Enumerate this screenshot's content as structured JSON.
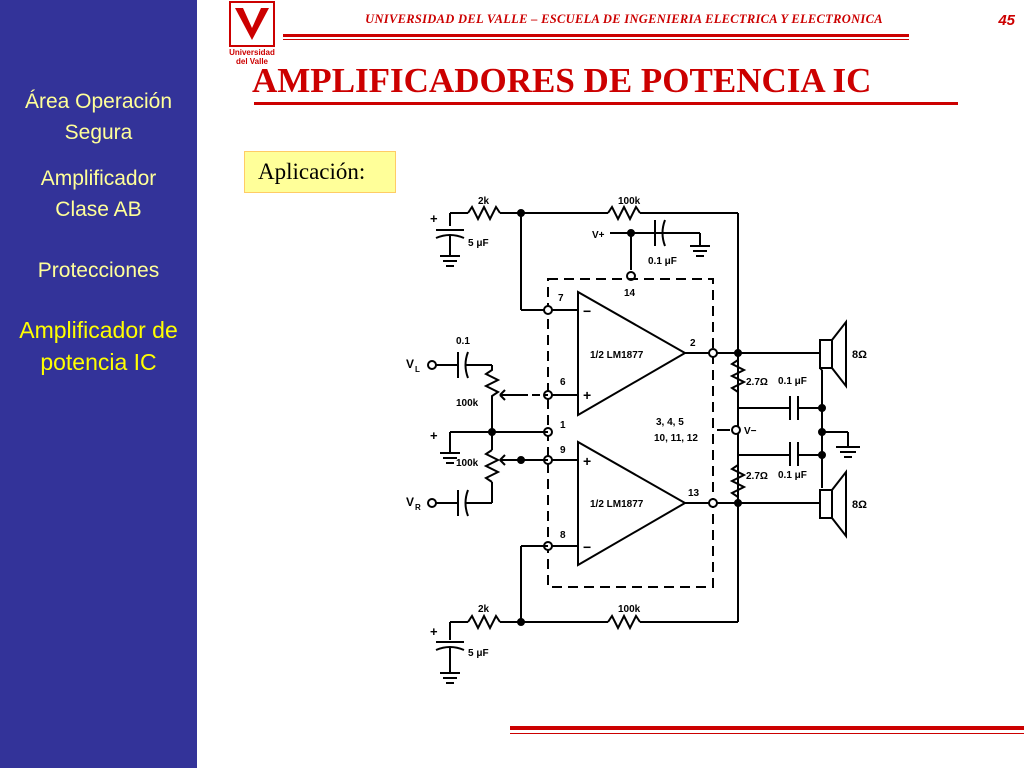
{
  "colors": {
    "sidebar_bg": "#333399",
    "nav_text": "#ffff99",
    "nav_active_text": "#ffff00",
    "accent_red": "#cc0000",
    "label_box_bg": "#ffff99"
  },
  "logo": {
    "line1": "Universidad",
    "line2": "del Valle"
  },
  "header": {
    "institution": "UNIVERSIDAD DEL VALLE – ESCUELA DE INGENIERIA ELECTRICA Y ELECTRONICA",
    "page_number": "45"
  },
  "sidebar": {
    "items": [
      {
        "line1": "Área Operación",
        "line2": "Segura",
        "active": false
      },
      {
        "line1": "Amplificador",
        "line2": "Clase AB",
        "active": false
      },
      {
        "line1": "Protecciones",
        "line2": "",
        "active": false
      },
      {
        "line1": "Amplificador de",
        "line2": "potencia IC",
        "active": true
      }
    ]
  },
  "main": {
    "title": "AMPLIFICADORES DE POTENCIA IC",
    "subtitle": "Aplicación:"
  },
  "circuit": {
    "icon": "circuit-schematic",
    "labels": {
      "r_top_left": "2k",
      "r_top_fb": "100k",
      "c_top_supply": "5 μF",
      "vplus": "V+",
      "c_bypass": "0.1 μF",
      "pin14": "14",
      "pin7": "7",
      "pin6": "6",
      "pin2": "2",
      "pin1": "1",
      "pin9": "9",
      "pin13": "13",
      "pin8": "8",
      "opamp_top": "1/2 LM1877",
      "opamp_bottom": "1/2 LM1877",
      "pins_ground_a": "3, 4, 5",
      "pins_ground_b": "10, 11, 12",
      "vminus": "V−",
      "c_in_left": "0.1",
      "vl": "V",
      "vl_sub": "L",
      "pot_top": "100k",
      "pot_bottom": "100k",
      "vr": "V",
      "vr_sub": "R",
      "r_zobel_top": "2.7Ω",
      "c_zobel_top": "0.1 μF",
      "r_zobel_bottom": "2.7Ω",
      "c_zobel_bottom": "0.1 μF",
      "spk_top": "8Ω",
      "spk_bottom": "8Ω",
      "r_bot_left": "2k",
      "r_bot_fb": "100k",
      "c_bot_supply": "5 μF",
      "minus_sign": "−",
      "plus_sign": "+"
    }
  }
}
